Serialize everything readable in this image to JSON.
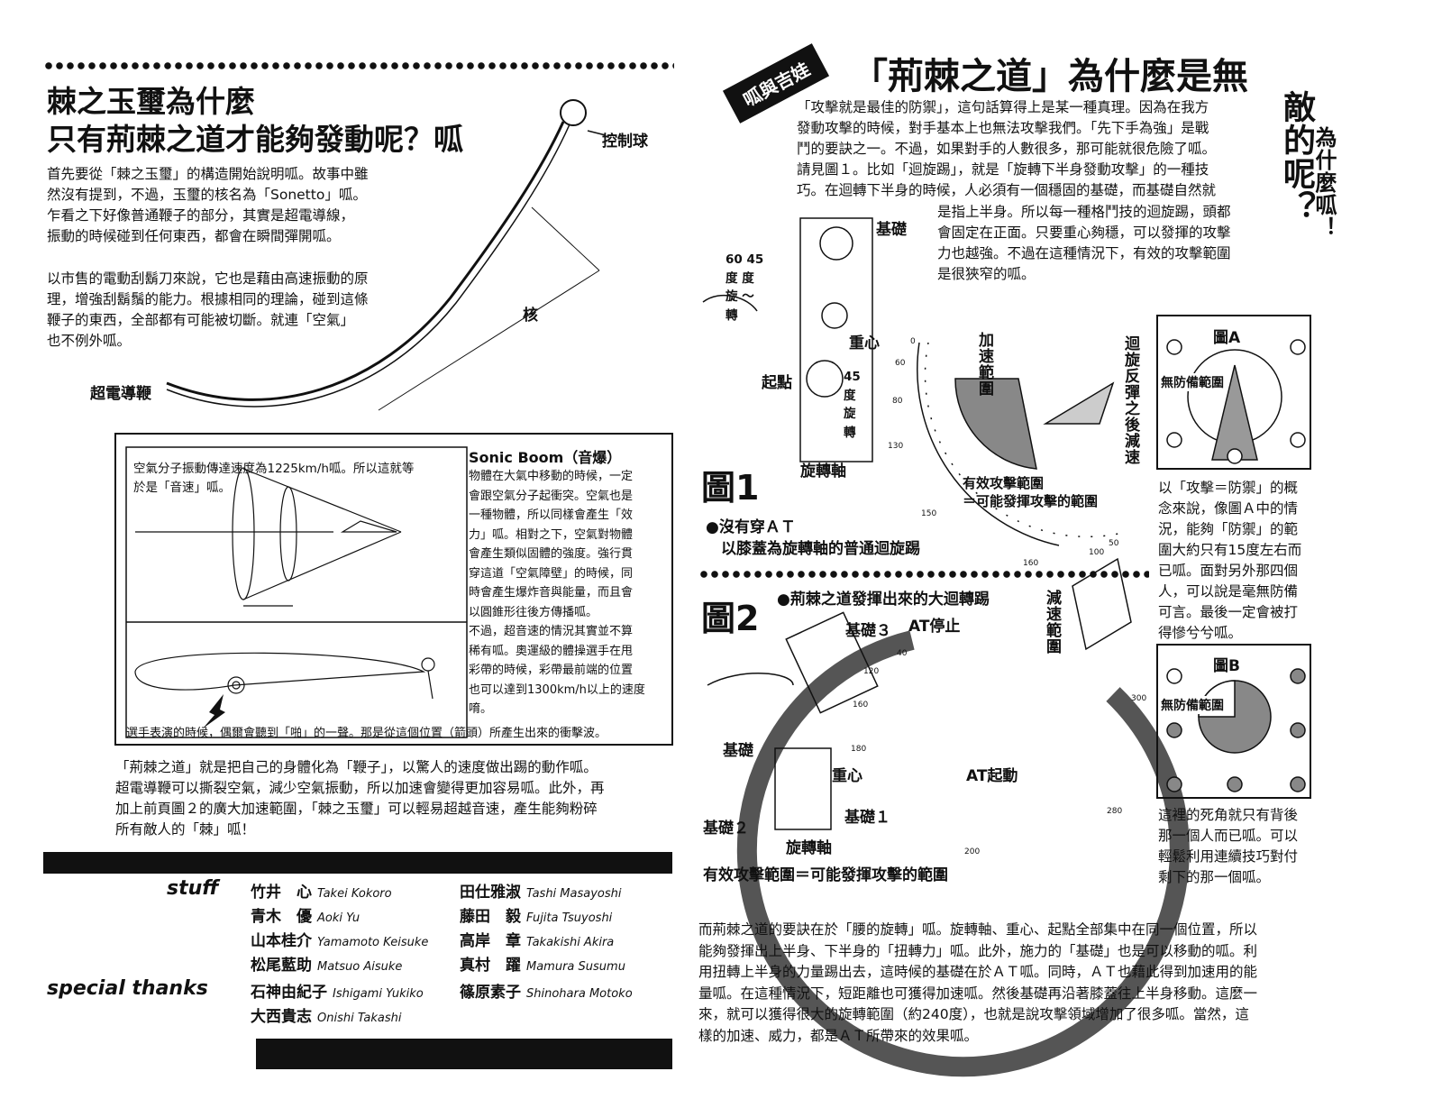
{
  "left": {
    "title": "棘之玉璽為什麼\n只有荊棘之道才能夠發動呢？呱",
    "labels": {
      "control_ball": "控制球",
      "core": "核",
      "whip": "超電導鞭"
    },
    "para1": "首先要從「棘之玉璽」的構造開始說明呱。故事中雖\n然沒有提到，不過，玉璽的核名為「Sonetto」呱。\n乍看之下好像普通鞭子的部分，其實是超電導線，\n振動的時候碰到任何東西，都會在瞬間彈開呱。",
    "para2": "以市售的電動刮鬍刀來說，它也是藉由高速振動的原\n理，增強刮鬍鬚的能力。根據相同的理論，碰到這條\n鞭子的東西，全部都有可能被切斷。就連「空氣」\n也不例外呱。",
    "box": {
      "inner_text": "空氣分子振動傳達速度為1225km/h呱。所以這就等\n於是「音速」呱。",
      "sonic_title": "Sonic Boom（音爆）",
      "sonic_body": "物體在大氣中移動的時候，一定\n會跟空氣分子起衝突。空氣也是\n一種物體，所以同樣會產生「效\n力」呱。相對之下，空氣對物體\n會產生類似固體的強度。強行貫\n穿這道「空氣障壁」的時候，同\n時會產生爆炸音與能量，而且會\n以圓錐形往後方傳播呱。\n不過，超音速的情況其實並不算\n稀有呱。奧運級的體操選手在甩\n彩帶的時候，彩帶最前端的位置\n也可以達到1300km/h以上的速度\n唷。",
      "caption": "選手表演的時候，偶爾會聽到「啪」的一聲。那是從這個位置（箭頭）所產生出來的衝擊波。"
    },
    "para3": "「荊棘之道」就是把自己的身體化為「鞭子」，以驚人的速度做出踢的動作呱。\n超電導鞭可以撕裂空氣，減少空氣振動，所以加速會變得更加容易呱。此外，再\n加上前頁圖２的廣大加速範圍，「棘之玉璽」可以輕易超越音速，產生能夠粉碎\n所有敵人的「棘」呱！",
    "credits": {
      "stuff_label": "stuff",
      "thanks_label": "special thanks",
      "stuff": [
        [
          "竹井　心",
          "Takei Kokoro"
        ],
        [
          "青木　優",
          "Aoki Yu"
        ],
        [
          "山本桂介",
          "Yamamoto Keisuke"
        ],
        [
          "松尾藍助",
          "Matsuo Aisuke"
        ],
        [
          "田仕雅淑",
          "Tashi Masayoshi"
        ],
        [
          "藤田　毅",
          "Fujita Tsuyoshi"
        ],
        [
          "高岸　章",
          "Takakishi Akira"
        ],
        [
          "真村　躍",
          "Mamura Susumu"
        ]
      ],
      "thanks": [
        [
          "石神由紀子",
          "Ishigami Yukiko"
        ],
        [
          "大西貴志",
          "Onishi Takashi"
        ],
        [
          "篠原素子",
          "Shinohara Motoko"
        ]
      ]
    }
  },
  "right": {
    "tag": "呱與吉娃",
    "title": "「荊棘之道」為什麼是無",
    "title_vert1": "敵的呢？",
    "title_vert2": "為什麼呱！",
    "para1": "「攻擊就是最佳的防禦」，這句話算得上是某一種真理。因為在我方\n發動攻擊的時候，對手基本上也無法攻擊我們。「先下手為強」是戰\n鬥的要訣之一。不過，如果對手的人數很多，那可能就很危險了呱。\n請見圖１。比如「迴旋踢」，就是「旋轉下半身發動攻擊」的一種技\n巧。在迴轉下半身的時候，人必須有一個穩固的基礎，而基礎自然就",
    "para1b": "是指上半身。所以每一種格鬥技的迴旋踢，頭都\n會固定在正面。只要重心夠穩，可以發揮的攻擊\n力也越強。不過在這種情況下，有效的攻擊範圍\n是很狹窄的呱。",
    "fig1": {
      "num": "圖1",
      "base": "基礎",
      "angle": "60 45\n度 度\n旋 〜\n轉",
      "center": "重心",
      "start": "起點",
      "angle2": "45\n度\n旋\n轉",
      "axis": "旋轉軸",
      "accel": "加速範圍",
      "rebound": "迴旋反彈之後減速",
      "effective": "有效攻擊範圍\n＝可能發揮攻擊的範圍",
      "caption1": "●沒有穿ＡＴ",
      "caption2": "以膝蓋為旋轉軸的普通迴旋踢",
      "ticks": [
        "0",
        "60",
        "80",
        "130",
        "150",
        "160",
        "100",
        "50"
      ]
    },
    "fig2": {
      "num": "圖2",
      "heading": "●荊棘之道發揮出來的大迴轉踢",
      "base3": "基礎３",
      "at_stop": "AT停止",
      "decel": "減速範圍",
      "base": "基礎",
      "center": "重心",
      "at_start": "AT起動",
      "base2": "基礎２",
      "base1": "基礎１",
      "axis": "旋轉軸",
      "effective": "有效攻擊範圍＝可能發揮攻擊的範圍",
      "ticks": [
        "40",
        "120",
        "160",
        "180",
        "200",
        "280",
        "300"
      ]
    },
    "diagA": {
      "title": "圖A",
      "label": "無防備範圍",
      "text": "以「攻擊＝防禦」的概\n念來說，像圖Ａ中的情\n況，能夠「防禦」的範\n圍大約只有15度左右而\n已呱。面對另外那四個\n人，可以說是毫無防備\n可言。最後一定會被打\n得慘兮兮呱。"
    },
    "diagB": {
      "title": "圖B",
      "label": "無防備範圍",
      "text": "這裡的死角就只有背後\n那一個人而已呱。可以\n輕鬆利用連續技巧對付\n剩下的那一個呱。"
    },
    "para2": "而荊棘之道的要訣在於「腰的旋轉」呱。旋轉軸、重心、起點全部集中在同一個位置，所以\n能夠發揮出上半身、下半身的「扭轉力」呱。此外，施力的「基礎」也是可以移動的呱。利\n用扭轉上半身的力量踢出去，這時候的基礎在於ＡＴ呱。同時，ＡＴ也藉此得到加速用的能\n量呱。在這種情況下，短距離也可獲得加速呱。然後基礎再沿著膝蓋往上半身移動。這麼一\n來，就可以獲得很大的旋轉範圍（約240度），也就是說攻擊領域增加了很多呱。當然，這\n樣的加速、威力，都是ＡＴ所帶來的效果呱。"
  }
}
